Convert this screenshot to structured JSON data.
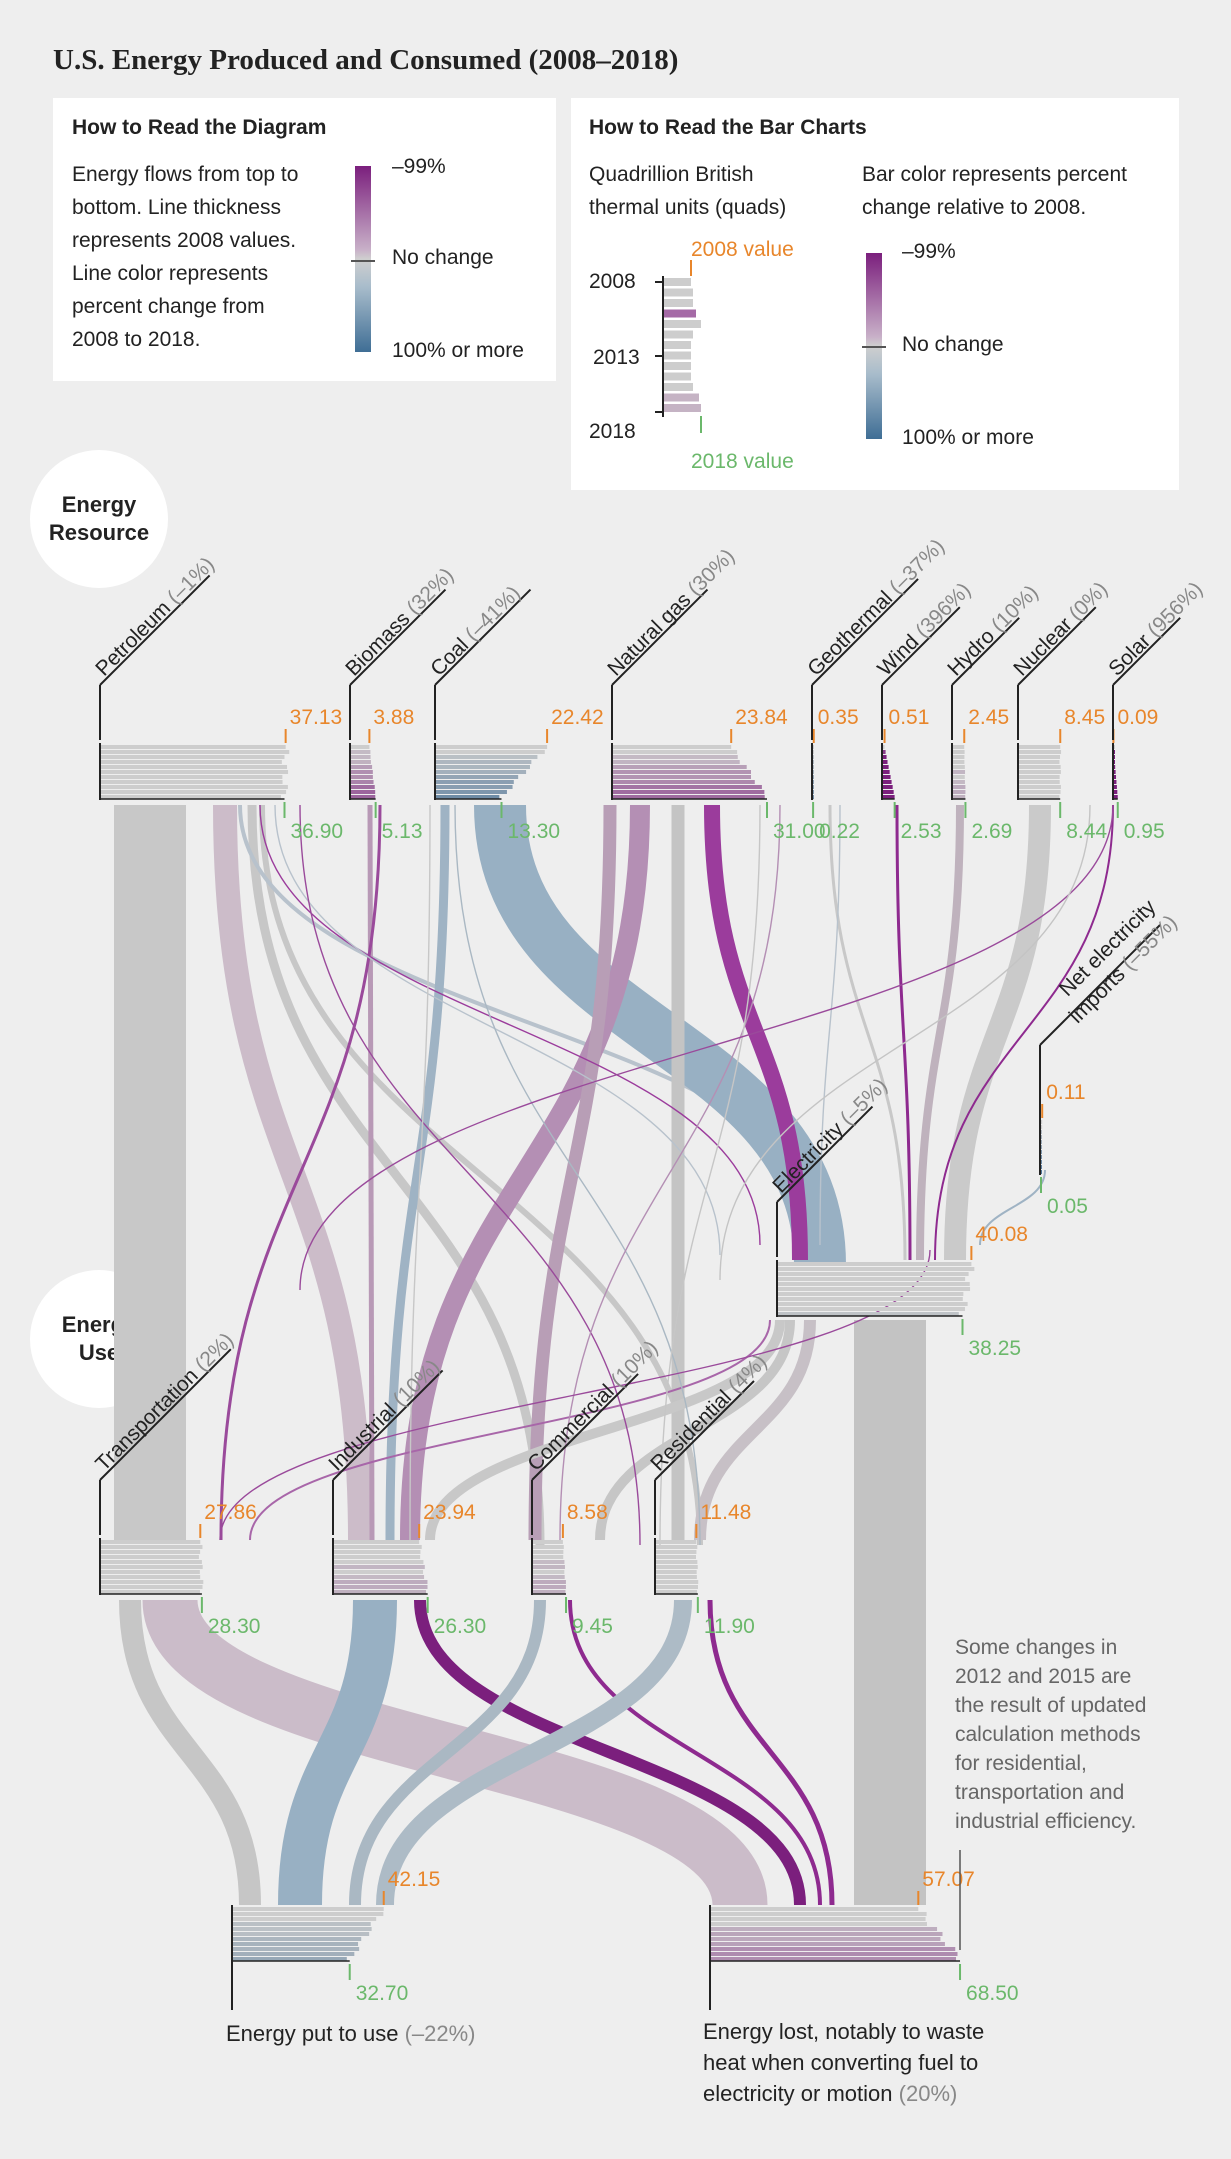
{
  "title": "U.S. Energy Produced and Consumed (2008–2018)",
  "diagram_guide": {
    "heading": "How to Read the Diagram",
    "lines": [
      "Energy flows from top to",
      "bottom. Line thickness",
      "represents 2008 values.",
      "Line color represents",
      "percent change from",
      "2008 to 2018."
    ],
    "scale_top": "–99%",
    "scale_mid": "No change",
    "scale_bottom": "100% or more"
  },
  "bar_guide": {
    "heading": "How to Read the Bar Charts",
    "units_lines": [
      "Quadrillion British",
      "thermal units (quads)"
    ],
    "color_lines": [
      "Bar color represents percent",
      "change relative to 2008."
    ],
    "year_2008": "2008",
    "year_2013": "2013",
    "year_2018": "2018",
    "value_2008": "2008 value",
    "value_2018": "2018 value",
    "scale_top": "–99%",
    "scale_mid": "No change",
    "scale_bottom": "100% or more"
  },
  "sections": {
    "resource_line1": "Energy",
    "resource_line2": "Resource",
    "use_line1": "Energy",
    "use_line2": "Use"
  },
  "colors": {
    "petroleum": "#c8c8c8",
    "biomass": "#c9b8c6",
    "coal": "#98b0c3",
    "natural_gas": "#b48fb4",
    "nuclear": "#cacaca",
    "electricity": "#c3c3c3",
    "solar": "#8e2a8f",
    "wind": "#8e2a8f",
    "value_2008": "#e8862b",
    "value_2018": "#6bb86b"
  },
  "resources": [
    {
      "name": "Petroleum",
      "pct": "(–1%)",
      "v2008": "37.13",
      "v2018": "36.90"
    },
    {
      "name": "Biomass",
      "pct": "(32%)",
      "v2008": "3.88",
      "v2018": "5.13"
    },
    {
      "name": "Coal",
      "pct": "(–41%)",
      "v2008": "22.42",
      "v2018": "13.30"
    },
    {
      "name": "Natural gas",
      "pct": "(30%)",
      "v2008": "23.84",
      "v2018": "31.00"
    },
    {
      "name": "Geothermal",
      "pct": "(–37%)",
      "v2008": "0.35",
      "v2018": "0.22"
    },
    {
      "name": "Wind",
      "pct": "(396%)",
      "v2008": "0.51",
      "v2018": "2.53"
    },
    {
      "name": "Hydro",
      "pct": "(10%)",
      "v2008": "2.45",
      "v2018": "2.69"
    },
    {
      "name": "Nuclear",
      "pct": "(0%)",
      "v2008": "8.45",
      "v2018": "8.44"
    },
    {
      "name": "Solar",
      "pct": "(956%)",
      "v2008": "0.09",
      "v2018": "0.95"
    }
  ],
  "imports": {
    "line1": "Net electricity",
    "line2": "imports",
    "pct": "(–55%)",
    "v2008": "0.11",
    "v2018": "0.05"
  },
  "electricity": {
    "name": "Electricity",
    "pct": "(–5%)",
    "v2008": "40.08",
    "v2018": "38.25"
  },
  "uses": [
    {
      "name": "Transportation",
      "pct": "(2%)",
      "v2008": "27.86",
      "v2018": "28.30"
    },
    {
      "name": "Industrial",
      "pct": "(10%)",
      "v2008": "23.94",
      "v2018": "26.30"
    },
    {
      "name": "Commercial",
      "pct": "(10%)",
      "v2008": "8.58",
      "v2018": "9.45"
    },
    {
      "name": "Residential",
      "pct": "(4%)",
      "v2008": "11.48",
      "v2018": "11.90"
    }
  ],
  "outputs": {
    "used": {
      "label": "Energy put to use",
      "pct": "(–22%)",
      "v2008": "42.15",
      "v2018": "32.70"
    },
    "lost": {
      "lines": [
        "Energy lost, notably to waste",
        "heat when converting fuel to",
        "electricity or motion"
      ],
      "pct": "(20%)",
      "v2008": "57.07",
      "v2018": "68.50"
    }
  },
  "note_lines": [
    "Some changes in",
    "2012 and 2015 are",
    "the result of updated",
    "calculation methods",
    "for residential,",
    "transportation and",
    "industrial efficiency."
  ]
}
